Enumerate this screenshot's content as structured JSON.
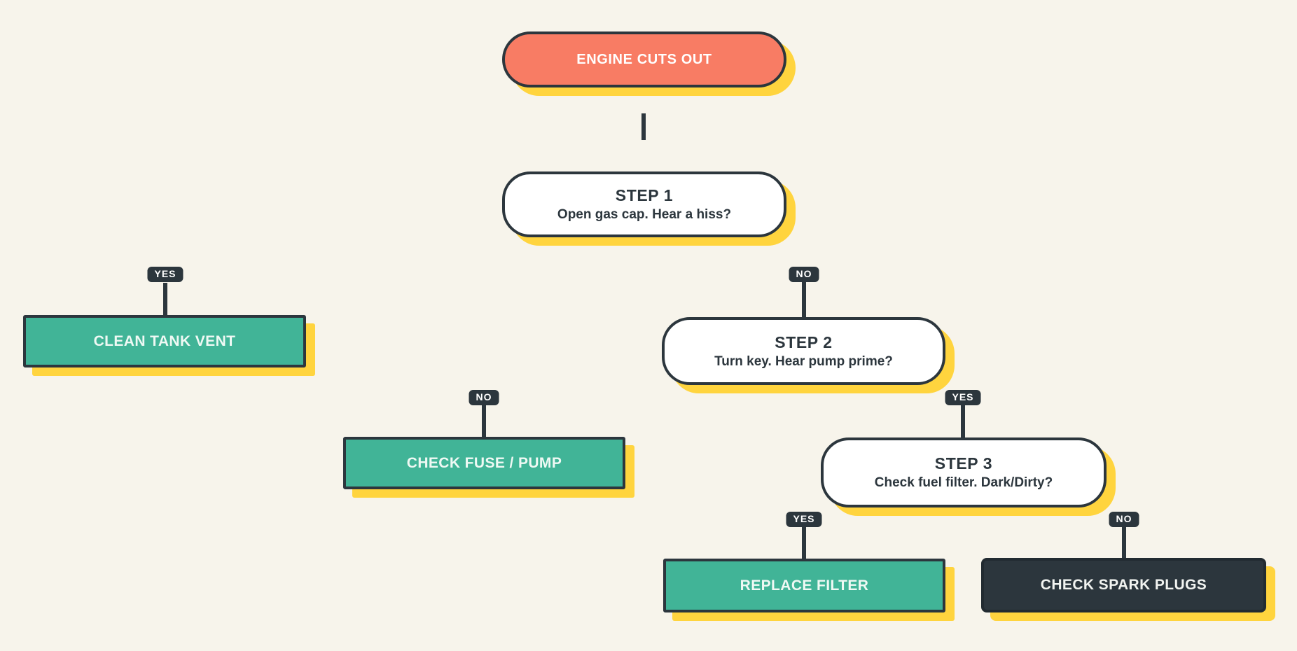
{
  "diagram": {
    "start": {
      "label": "ENGINE CUTS OUT"
    },
    "steps": {
      "step1": {
        "title": "STEP 1",
        "question": "Open gas cap. Hear a hiss?"
      },
      "step2": {
        "title": "STEP 2",
        "question": "Turn key. Hear pump prime?",
        "incoming_branch": "NO"
      },
      "step3": {
        "title": "STEP 3",
        "question": "Check fuel filter. Dark/Dirty?",
        "incoming_branch": "YES"
      }
    },
    "outcomes": {
      "clean_tank_vent": {
        "label": "CLEAN TANK VENT",
        "incoming_branch": "YES"
      },
      "check_fuse_pump": {
        "label": "CHECK FUSE / PUMP",
        "incoming_branch": "NO"
      },
      "replace_filter": {
        "label": "REPLACE FILTER",
        "incoming_branch": "YES"
      },
      "check_spark_plugs": {
        "label": "CHECK SPARK PLUGS",
        "incoming_branch": "NO"
      }
    },
    "colors": {
      "background": "#F7F4EB",
      "start_node": "#F87C64",
      "step_node": "#FFFFFF",
      "action_node": "#41B497",
      "terminal_node": "#2C363D",
      "outline": "#2C363D",
      "shadow": "#FFD43E",
      "badge": "#2C363D"
    }
  }
}
